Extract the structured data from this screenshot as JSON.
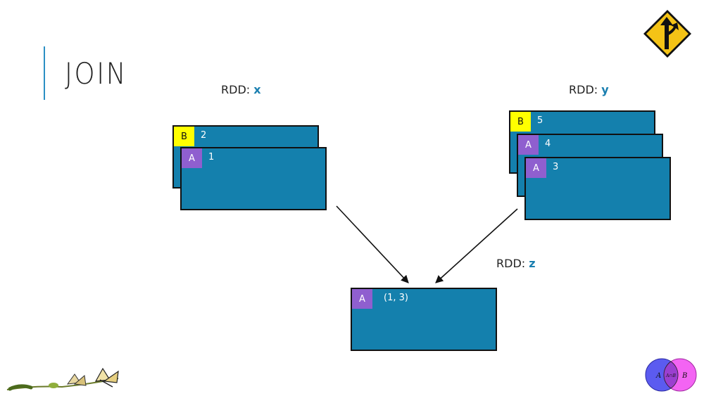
{
  "slide": {
    "title": "JOIN"
  },
  "rdd_x": {
    "label_prefix": "RDD: ",
    "label_var": "x",
    "partitions": [
      {
        "key": "B",
        "value": "2"
      },
      {
        "key": "A",
        "value": "1"
      }
    ]
  },
  "rdd_y": {
    "label_prefix": "RDD: ",
    "label_var": "y",
    "partitions": [
      {
        "key": "B",
        "value": "5"
      },
      {
        "key": "A",
        "value": "4"
      },
      {
        "key": "A",
        "value": "3"
      }
    ]
  },
  "rdd_z": {
    "label_prefix": "RDD: ",
    "label_var": "z",
    "partitions": [
      {
        "key": "A",
        "value": "(1, 3)"
      }
    ]
  },
  "venn": {
    "left": "A",
    "middle": "A∩B",
    "right": "B"
  },
  "colors": {
    "partition_fill": "#1480ad",
    "key_b": "#ffff00",
    "key_a": "#8f5fcf",
    "accent": "#2b8fc4",
    "venn_left": "#5b5bf0",
    "venn_right": "#f25cf2"
  },
  "icons": [
    "merge-road-sign-icon",
    "butterfly-metamorphosis-icon",
    "venn-diagram-icon"
  ]
}
